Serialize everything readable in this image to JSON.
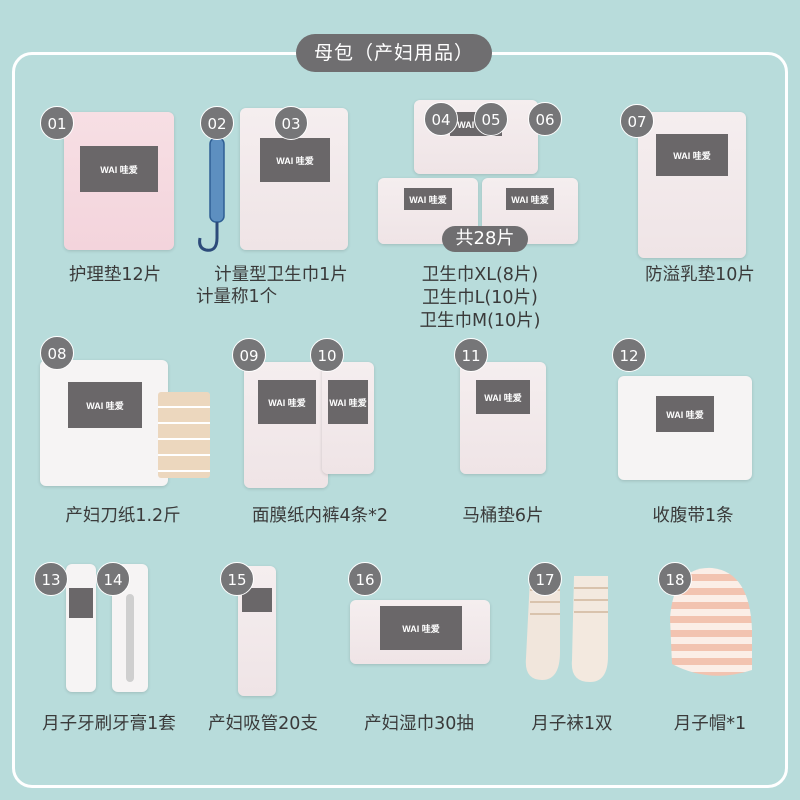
{
  "header": {
    "title": "母包（产妇用品）"
  },
  "brand": "WAI 哇爱",
  "count_badge": "共28片",
  "items": [
    {
      "num": "01",
      "caption": "护理垫12片"
    },
    {
      "num": "02",
      "caption": ""
    },
    {
      "num": "03",
      "caption_lines": [
        "计量型卫生巾1片",
        "计量称1个"
      ]
    },
    {
      "num": "04",
      "caption": ""
    },
    {
      "num": "05",
      "caption": ""
    },
    {
      "num": "06",
      "caption_lines": [
        "卫生巾XL(8片)",
        "卫生巾L(10片)",
        "卫生巾M(10片)"
      ]
    },
    {
      "num": "07",
      "caption": "防溢乳垫10片"
    },
    {
      "num": "08",
      "caption": "产妇刀纸1.2斤"
    },
    {
      "num": "09",
      "caption": ""
    },
    {
      "num": "10",
      "caption": "面膜纸内裤4条*2"
    },
    {
      "num": "11",
      "caption": "马桶垫6片"
    },
    {
      "num": "12",
      "caption": "收腹带1条"
    },
    {
      "num": "13",
      "caption": ""
    },
    {
      "num": "14",
      "caption": "月子牙刷牙膏1套"
    },
    {
      "num": "15",
      "caption": "产妇吸管20支"
    },
    {
      "num": "16",
      "caption": "产妇湿巾30抽"
    },
    {
      "num": "17",
      "caption": "月子袜1双"
    },
    {
      "num": "18",
      "caption": "月子帽*1"
    }
  ],
  "colors": {
    "background": "#b8dcdb",
    "badge": "#767678",
    "package_pink": "#f3d4dc",
    "label": "#6a6769"
  }
}
